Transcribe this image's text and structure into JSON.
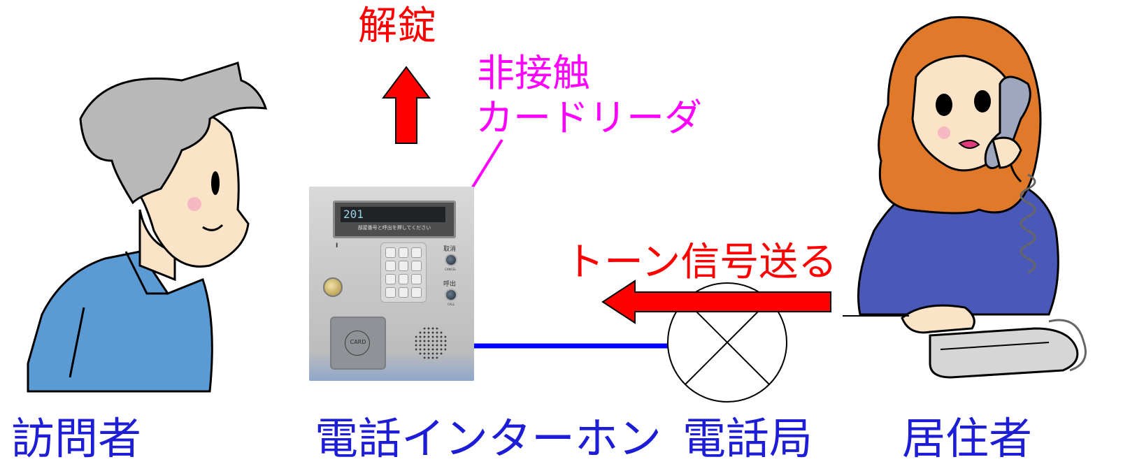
{
  "top_label": "解錠",
  "card_reader_label": [
    "非接触",
    "カードリーダ"
  ],
  "tone_label": "トーン信号送る",
  "captions": {
    "visitor": "訪問者",
    "intercom": "電話インターホン",
    "exchange": "電話局",
    "resident": "居住者"
  },
  "intercom_panel": {
    "display_number": "201",
    "display_hint": "部屋番号と呼出を押してください",
    "cancel_label": "取消",
    "cancel_sub": "CANCEL",
    "call_label": "呼出",
    "call_sub": "CALL",
    "card_label": "CARD",
    "indicator": "I"
  },
  "colors": {
    "red": "#ff0000",
    "magenta": "#ff00ff",
    "blue_text": "#1d1dd6",
    "blue_line": "#0000ff"
  }
}
